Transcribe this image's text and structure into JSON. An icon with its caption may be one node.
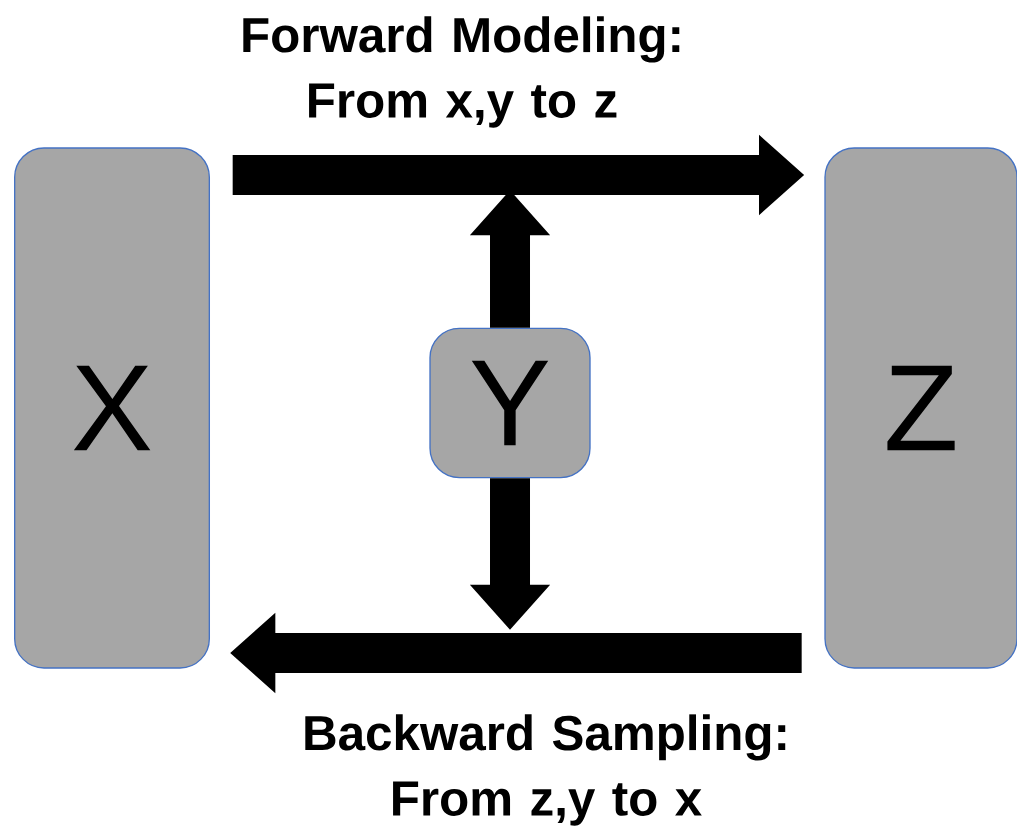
{
  "diagram": {
    "nodes": [
      {
        "text": [
          "X"
        ]
      },
      {
        "text": [
          "Y"
        ]
      },
      {
        "text": [
          "Z"
        ]
      }
    ],
    "edges": [
      {
        "from": 0,
        "to": 2,
        "arrow": "to",
        "label": "Forward Modeling: From x,y to z"
      },
      {
        "from": 2,
        "to": 0,
        "arrow": "to",
        "label": "Backward Sampling: From z,y to x"
      },
      {
        "from": 1,
        "to": null,
        "arrow": "to"
      },
      {
        "from": 1,
        "to": null,
        "arrow": "to"
      }
    ]
  }
}
